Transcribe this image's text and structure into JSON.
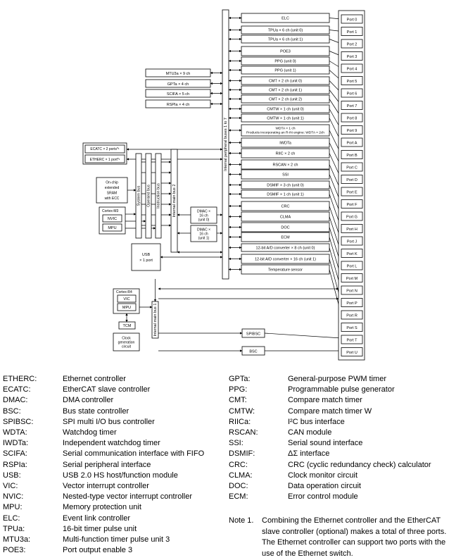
{
  "diagram": {
    "center_modules": [
      "ELC",
      "TPUa × 6 ch (unit 0)",
      "TPUa × 6 ch (unit 1)",
      "POE3",
      "PPG (unit 0)",
      "PPG (unit 1)",
      "CMT × 2 ch (unit 0)",
      "CMT × 2 ch (unit 1)",
      "CMT × 2 ch (unit 2)",
      "CMTW × 1 ch (unit 0)",
      "CMTW × 1 ch (unit 1)",
      "WDTA × 1 ch|Products incorporating an R-IN engine: WDTA × 2ch",
      "IWDTa",
      "RIIC × 2 ch",
      "RSCAN × 2 ch",
      "SSI",
      "DSMIF × 3 ch (unit 0)",
      "DSMIF × 1 ch (unit 1)",
      "CRC",
      "CLMA",
      "DOC",
      "ECM",
      "12-bit A/D converter × 8 ch (unit 0)",
      "12-bit A/D converter × 16 ch (unit 1)",
      "Temperature sensor"
    ],
    "ports": [
      "Port 0",
      "Port 1",
      "Port 2",
      "Port 3",
      "Port 4",
      "Port 5",
      "Port 6",
      "Port 7",
      "Port 8",
      "Port 9",
      "Port A",
      "Port B",
      "Port C",
      "Port D",
      "Port E",
      "Port F",
      "Port G",
      "Port H",
      "Port J",
      "Port K",
      "Port L",
      "Port M",
      "Port N",
      "Port P",
      "Port R",
      "Port S",
      "Port T",
      "Port U"
    ],
    "left_modules": [
      "MTU3a × 9 ch",
      "GPTa × 4 ch",
      "SCIFA × 5 ch",
      "RSPIa × 4 ch"
    ],
    "ether_modules": [
      "ECATC × 2 ports*¹",
      "ETHERC × 1 port*¹"
    ],
    "sram": "On-chip extended SRAM with ECC",
    "cortex_m3": {
      "title": "Cortex-M3",
      "nvic": "NVIC",
      "mpu": "MPU"
    },
    "dmac0": "DMAC × 16 ch (unit 0)",
    "dmac1": "DMAC × 16 ch (unit 1)",
    "usb": "USB × 1 port",
    "cortex_r4": {
      "title": "Cortex-R4",
      "vic": "VIC",
      "mpu": "MPU"
    },
    "tcm": "TCM",
    "clock": "Clock generation circuit",
    "spibsc": "SPIBSC",
    "bsc": "BSC",
    "bus_peripheral": "Internal peripheral buses 1 to 7",
    "bus_main2": "Internal main bus 2",
    "bus_main1": "Internal main bus 1",
    "bus_system": "System bus",
    "bus_operand": "Operand bus",
    "bus_instruction": "Instruction bus"
  },
  "legend": [
    {
      "abbr": "ETHERC:",
      "desc": "Ethernet controller"
    },
    {
      "abbr": "ECATC:",
      "desc": "EtherCAT slave controller"
    },
    {
      "abbr": "DMAC:",
      "desc": "DMA controller"
    },
    {
      "abbr": "BSC:",
      "desc": "Bus state controller"
    },
    {
      "abbr": "SPIBSC:",
      "desc": "SPI multi I/O bus controller"
    },
    {
      "abbr": "WDTA:",
      "desc": "Watchdog timer"
    },
    {
      "abbr": "IWDTa:",
      "desc": "Independent watchdog timer"
    },
    {
      "abbr": "SCIFA:",
      "desc": "Serial communication interface with FIFO"
    },
    {
      "abbr": "RSPIa:",
      "desc": "Serial peripheral interface"
    },
    {
      "abbr": "USB:",
      "desc": "USB 2.0 HS host/function module"
    },
    {
      "abbr": "VIC:",
      "desc": "Vector interrupt controller"
    },
    {
      "abbr": "NVIC:",
      "desc": "Nested-type vector interrupt controller"
    },
    {
      "abbr": "MPU:",
      "desc": "Memory protection unit"
    },
    {
      "abbr": "ELC:",
      "desc": "Event link controller"
    },
    {
      "abbr": "TPUa:",
      "desc": "16-bit timer pulse unit"
    },
    {
      "abbr": "MTU3a:",
      "desc": "Multi-function timer pulse unit 3"
    },
    {
      "abbr": "POE3:",
      "desc": "Port output enable 3"
    },
    {
      "abbr": "GPTa:",
      "desc": "General-purpose PWM timer"
    },
    {
      "abbr": "PPG:",
      "desc": "Programmable pulse generator"
    },
    {
      "abbr": "CMT:",
      "desc": "Compare match timer"
    },
    {
      "abbr": "CMTW:",
      "desc": "Compare match timer W"
    },
    {
      "abbr": "RIICa:",
      "desc": "I²C bus interface"
    },
    {
      "abbr": "RSCAN:",
      "desc": "CAN module"
    },
    {
      "abbr": "SSI:",
      "desc": "Serial sound interface"
    },
    {
      "abbr": "DSMIF:",
      "desc": "ΔΣ interface"
    },
    {
      "abbr": "CRC:",
      "desc": "CRC (cyclic redundancy check) calculator"
    },
    {
      "abbr": "CLMA:",
      "desc": "Clock monitor circuit"
    },
    {
      "abbr": "DOC:",
      "desc": "Data operation circuit"
    },
    {
      "abbr": "ECM:",
      "desc": "Error control module"
    }
  ],
  "note": {
    "label": "Note 1.",
    "text": "Combining the Ethernet controller and the EtherCAT slave controller (optional) makes a total of three ports. The Ethernet controller can support two ports with the use of the Ethernet switch."
  }
}
